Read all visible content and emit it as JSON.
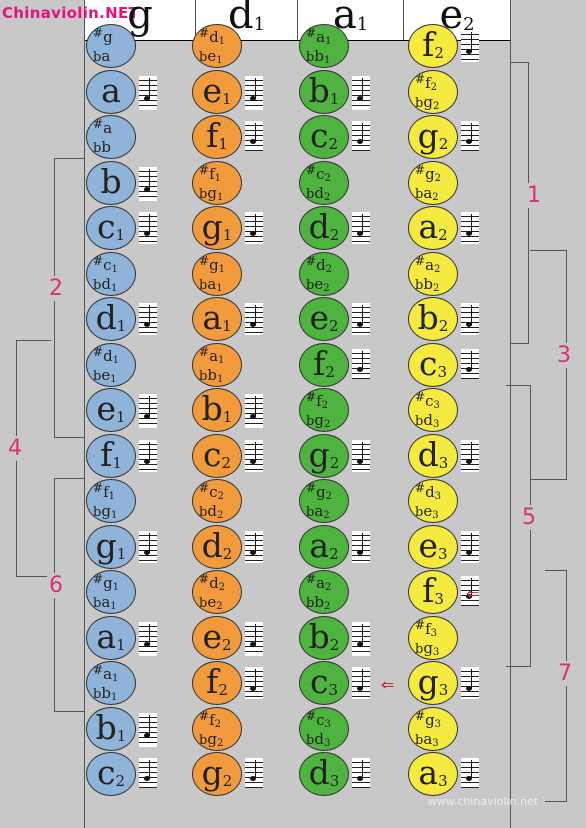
{
  "site": "Chinaviolin.NET",
  "watermark": "www.chinaviolin.net",
  "colors": {
    "g": "#8fb3d9",
    "d": "#f29b3c",
    "a": "#4fb33f",
    "e": "#f5ea3f",
    "numbers": "#d9317a"
  },
  "strings": [
    {
      "key": "g",
      "name": "g",
      "sub": "",
      "notes": [
        {
          "type": "acc",
          "sharp": "g",
          "sharp_sub": "",
          "flat": "a",
          "flat_sub": ""
        },
        {
          "type": "nat",
          "name": "a",
          "sub": ""
        },
        {
          "type": "acc",
          "sharp": "a",
          "sharp_sub": "",
          "flat": "b",
          "flat_sub": ""
        },
        {
          "type": "nat",
          "name": "b",
          "sub": ""
        },
        {
          "type": "nat",
          "name": "c",
          "sub": "1"
        },
        {
          "type": "acc",
          "sharp": "c",
          "sharp_sub": "1",
          "flat": "d",
          "flat_sub": "1"
        },
        {
          "type": "nat",
          "name": "d",
          "sub": "1"
        },
        {
          "type": "acc",
          "sharp": "d",
          "sharp_sub": "1",
          "flat": "e",
          "flat_sub": "1"
        },
        {
          "type": "nat",
          "name": "e",
          "sub": "1"
        },
        {
          "type": "nat",
          "name": "f",
          "sub": "1"
        },
        {
          "type": "acc",
          "sharp": "f",
          "sharp_sub": "1",
          "flat": "g",
          "flat_sub": "1"
        },
        {
          "type": "nat",
          "name": "g",
          "sub": "1"
        },
        {
          "type": "acc",
          "sharp": "g",
          "sharp_sub": "1",
          "flat": "a",
          "flat_sub": "1"
        },
        {
          "type": "nat",
          "name": "a",
          "sub": "1"
        },
        {
          "type": "acc",
          "sharp": "a",
          "sharp_sub": "1",
          "flat": "b",
          "flat_sub": "1"
        },
        {
          "type": "nat",
          "name": "b",
          "sub": "1"
        },
        {
          "type": "nat",
          "name": "c",
          "sub": "2"
        }
      ]
    },
    {
      "key": "d",
      "name": "d",
      "sub": "1",
      "notes": [
        {
          "type": "acc",
          "sharp": "d",
          "sharp_sub": "1",
          "flat": "e",
          "flat_sub": "1"
        },
        {
          "type": "nat",
          "name": "e",
          "sub": "1"
        },
        {
          "type": "nat",
          "name": "f",
          "sub": "1"
        },
        {
          "type": "acc",
          "sharp": "f",
          "sharp_sub": "1",
          "flat": "g",
          "flat_sub": "1"
        },
        {
          "type": "nat",
          "name": "g",
          "sub": "1"
        },
        {
          "type": "acc",
          "sharp": "g",
          "sharp_sub": "1",
          "flat": "a",
          "flat_sub": "1"
        },
        {
          "type": "nat",
          "name": "a",
          "sub": "1"
        },
        {
          "type": "acc",
          "sharp": "a",
          "sharp_sub": "1",
          "flat": "b",
          "flat_sub": "1"
        },
        {
          "type": "nat",
          "name": "b",
          "sub": "1"
        },
        {
          "type": "nat",
          "name": "c",
          "sub": "2"
        },
        {
          "type": "acc",
          "sharp": "c",
          "sharp_sub": "2",
          "flat": "d",
          "flat_sub": "2"
        },
        {
          "type": "nat",
          "name": "d",
          "sub": "2"
        },
        {
          "type": "acc",
          "sharp": "d",
          "sharp_sub": "2",
          "flat": "e",
          "flat_sub": "2"
        },
        {
          "type": "nat",
          "name": "e",
          "sub": "2"
        },
        {
          "type": "nat",
          "name": "f",
          "sub": "2"
        },
        {
          "type": "acc",
          "sharp": "f",
          "sharp_sub": "2",
          "flat": "g",
          "flat_sub": "2"
        },
        {
          "type": "nat",
          "name": "g",
          "sub": "2"
        }
      ]
    },
    {
      "key": "a",
      "name": "a",
      "sub": "1",
      "notes": [
        {
          "type": "acc",
          "sharp": "a",
          "sharp_sub": "1",
          "flat": "b",
          "flat_sub": "1"
        },
        {
          "type": "nat",
          "name": "b",
          "sub": "1"
        },
        {
          "type": "nat",
          "name": "c",
          "sub": "2"
        },
        {
          "type": "acc",
          "sharp": "c",
          "sharp_sub": "2",
          "flat": "d",
          "flat_sub": "2"
        },
        {
          "type": "nat",
          "name": "d",
          "sub": "2"
        },
        {
          "type": "acc",
          "sharp": "d",
          "sharp_sub": "2",
          "flat": "e",
          "flat_sub": "2"
        },
        {
          "type": "nat",
          "name": "e",
          "sub": "2"
        },
        {
          "type": "nat",
          "name": "f",
          "sub": "2"
        },
        {
          "type": "acc",
          "sharp": "f",
          "sharp_sub": "2",
          "flat": "g",
          "flat_sub": "2"
        },
        {
          "type": "nat",
          "name": "g",
          "sub": "2"
        },
        {
          "type": "acc",
          "sharp": "g",
          "sharp_sub": "2",
          "flat": "a",
          "flat_sub": "2"
        },
        {
          "type": "nat",
          "name": "a",
          "sub": "2"
        },
        {
          "type": "acc",
          "sharp": "a",
          "sharp_sub": "2",
          "flat": "b",
          "flat_sub": "2"
        },
        {
          "type": "nat",
          "name": "b",
          "sub": "2"
        },
        {
          "type": "nat",
          "name": "c",
          "sub": "3"
        },
        {
          "type": "acc",
          "sharp": "c",
          "sharp_sub": "3",
          "flat": "d",
          "flat_sub": "3"
        },
        {
          "type": "nat",
          "name": "d",
          "sub": "3"
        }
      ]
    },
    {
      "key": "e",
      "name": "e",
      "sub": "2",
      "notes": [
        {
          "type": "nat",
          "name": "f",
          "sub": "2"
        },
        {
          "type": "acc",
          "sharp": "f",
          "sharp_sub": "2",
          "flat": "g",
          "flat_sub": "2"
        },
        {
          "type": "nat",
          "name": "g",
          "sub": "2"
        },
        {
          "type": "acc",
          "sharp": "g",
          "sharp_sub": "2",
          "flat": "a",
          "flat_sub": "2"
        },
        {
          "type": "nat",
          "name": "a",
          "sub": "2"
        },
        {
          "type": "acc",
          "sharp": "a",
          "sharp_sub": "2",
          "flat": "b",
          "flat_sub": "2"
        },
        {
          "type": "nat",
          "name": "b",
          "sub": "2"
        },
        {
          "type": "nat",
          "name": "c",
          "sub": "3"
        },
        {
          "type": "acc",
          "sharp": "c",
          "sharp_sub": "3",
          "flat": "d",
          "flat_sub": "3"
        },
        {
          "type": "nat",
          "name": "d",
          "sub": "3"
        },
        {
          "type": "acc",
          "sharp": "d",
          "sharp_sub": "3",
          "flat": "e",
          "flat_sub": "3"
        },
        {
          "type": "nat",
          "name": "e",
          "sub": "3"
        },
        {
          "type": "nat",
          "name": "f",
          "sub": "3"
        },
        {
          "type": "acc",
          "sharp": "f",
          "sharp_sub": "3",
          "flat": "g",
          "flat_sub": "3"
        },
        {
          "type": "nat",
          "name": "g",
          "sub": "3"
        },
        {
          "type": "acc",
          "sharp": "g",
          "sharp_sub": "3",
          "flat": "a",
          "flat_sub": "3"
        },
        {
          "type": "nat",
          "name": "a",
          "sub": "3"
        }
      ]
    }
  ],
  "position_labels": [
    "1",
    "2",
    "3",
    "4",
    "5",
    "6",
    "7"
  ]
}
